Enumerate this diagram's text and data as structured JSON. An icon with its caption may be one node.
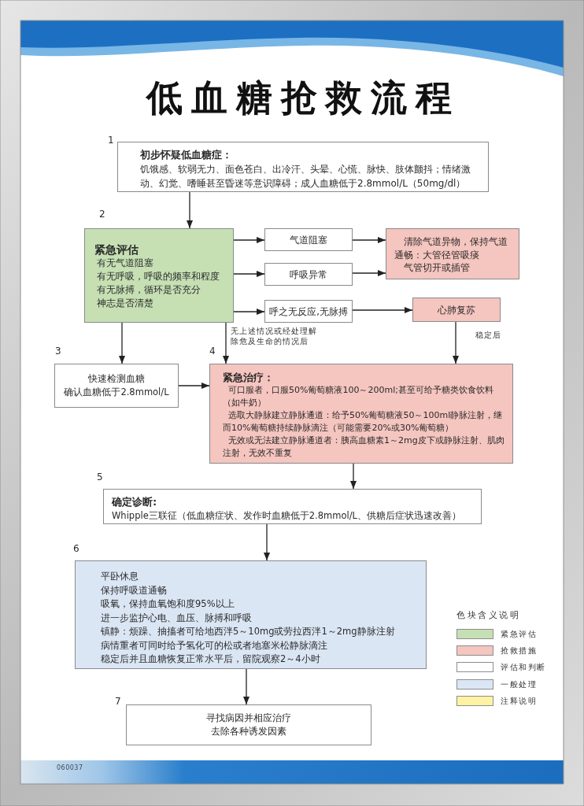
{
  "diagram": {
    "title": "低血糖抢救流程",
    "nodes": [
      {
        "text": [
          "初步怀疑低血糖症：",
          "饥饿感、软弱无力、面色苍白、出冷汗、头晕、心慌、脉快、肢体颤抖；情绪激动、幻觉、嗜睡甚至昏迷等意识障碍；成人血糖低于2.8mmol/L（50mg/dl）"
        ],
        "beside": [
          "1"
        ]
      },
      {
        "text": [
          "紧急评估",
          "有无气道阻塞",
          "有无呼吸，呼吸的频率和程度",
          "有无脉搏，循环是否充分",
          "神志是否清楚"
        ],
        "beside": [
          "2"
        ]
      },
      {
        "text": [
          "气道阻塞"
        ]
      },
      {
        "text": [
          "呼吸异常"
        ]
      },
      {
        "text": [
          "呼之无反应,无脉搏"
        ]
      },
      {
        "text": [
          "清除气道异物，保持气道通畅：大管径管吸痰",
          "气管切开或插管"
        ]
      },
      {
        "text": [
          "心肺复苏"
        ]
      },
      {
        "text": [
          "快速检测血糖",
          "确认血糖低于2.8mmol/L"
        ],
        "beside": [
          "3"
        ]
      },
      {
        "text": [
          "紧急治疗：",
          "可口服者，口服50%葡萄糖液100～200ml;甚至可给予糖类饮食饮料（如牛奶）",
          "选取大静脉建立静脉通道：给予50%葡萄糖液50～100ml静脉注射，继而10%葡萄糖持续静脉滴注（可能需要20%或30%葡萄糖）",
          "无效或无法建立静脉通道者：胰高血糖素1～2mg皮下或静脉注射、肌肉注射，无效不重复"
        ],
        "beside": [
          "4"
        ]
      },
      {
        "text": [
          "确定诊断:",
          "Whipple三联征（低血糖症状、发作时血糖低于2.8mmol/L、供糖后症状迅速改善）"
        ],
        "beside": [
          "5"
        ]
      },
      {
        "text": [
          "平卧休息",
          "保持呼吸道通畅",
          "吸氧，保持血氧饱和度95%以上",
          "进一步监护心电、血压、脉搏和呼吸",
          "镇静：烦躁、抽搐者可给地西泮5～10mg或劳拉西泮1～2mg静脉注射",
          "病情重者可同时给予氢化可的松或者地塞米松静脉滴注",
          "稳定后并且血糖恢复正常水平后，留院观察2～4小时"
        ],
        "beside": [
          "6"
        ]
      },
      {
        "text": [
          "寻找病因并相应治疗",
          "去除各种诱发因素"
        ],
        "beside": [
          "7"
        ]
      }
    ],
    "edges": [
      {
        "from": 0,
        "to": 1,
        "arrow": "to"
      },
      {
        "from": 1,
        "to": 2,
        "arrow": "to"
      },
      {
        "from": 1,
        "to": 3,
        "arrow": "to"
      },
      {
        "from": 1,
        "to": 4,
        "arrow": "to"
      },
      {
        "from": 2,
        "to": 5,
        "arrow": "to"
      },
      {
        "from": 3,
        "to": 5,
        "arrow": "to"
      },
      {
        "from": 4,
        "to": 6,
        "arrow": "to"
      },
      {
        "from": 1,
        "to": 7,
        "arrow": "to"
      },
      {
        "from": 1,
        "to": 8,
        "arrow": "to",
        "label": "无上述情况或经处理解除危及生命的情况后"
      },
      {
        "from": 6,
        "to": 8,
        "arrow": "to",
        "label": "稳定后"
      },
      {
        "from": 7,
        "to": 8,
        "arrow": "to"
      },
      {
        "from": 8,
        "to": 9,
        "arrow": "to"
      },
      {
        "from": 9,
        "to": 10,
        "arrow": "to"
      },
      {
        "from": 10,
        "to": 11,
        "arrow": "to"
      }
    ],
    "labels": [
      "色块含义说明",
      "060037"
    ],
    "legend": [
      {
        "text": "紧急评估",
        "color": "#c6e0b4"
      },
      {
        "text": "抢救措施",
        "color": "#f5c5bf"
      },
      {
        "text": "评估和判断",
        "color": "#ffffff"
      },
      {
        "text": "一般处理",
        "color": "#dbe6f5"
      },
      {
        "text": "注释说明",
        "color": "#fff3a3"
      }
    ]
  }
}
